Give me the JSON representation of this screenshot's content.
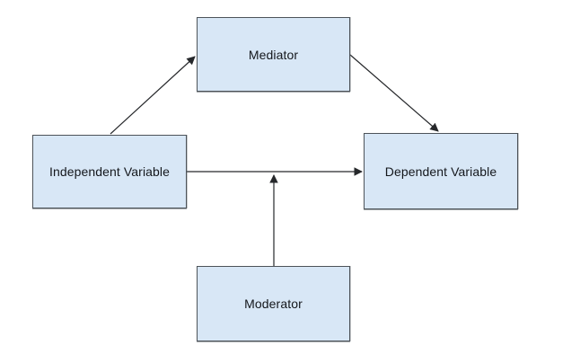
{
  "diagram": {
    "type": "flow-diagram",
    "nodes": [
      {
        "id": "mediator",
        "label": "Mediator"
      },
      {
        "id": "independent",
        "label": "Independent Variable"
      },
      {
        "id": "dependent",
        "label": "Dependent Variable"
      },
      {
        "id": "moderator",
        "label": "Moderator"
      }
    ],
    "edges": [
      {
        "from": "independent",
        "to": "mediator",
        "style": "arrow"
      },
      {
        "from": "mediator",
        "to": "dependent",
        "style": "arrow"
      },
      {
        "from": "independent",
        "to": "dependent",
        "style": "arrow"
      },
      {
        "from": "moderator",
        "to": "independent-dependent-path",
        "style": "arrow"
      }
    ]
  },
  "colors": {
    "canvas-bg": "#ffffff",
    "node-fill": "#d8e7f6",
    "node-border": "#4d5359",
    "arrow-color": "#26282b",
    "text-color": "#14171c"
  }
}
